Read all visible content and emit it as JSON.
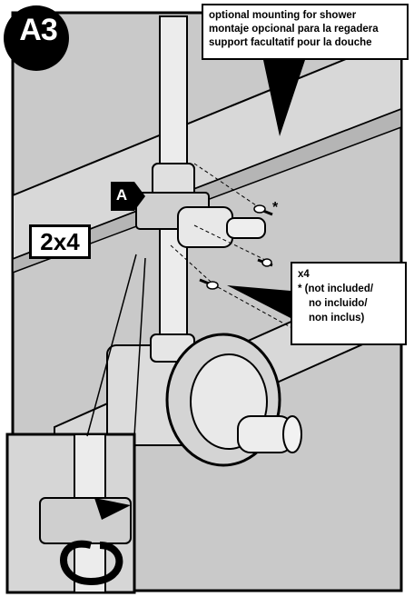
{
  "step_label": "A3",
  "callout_top": {
    "lines": [
      "optional mounting for shower",
      "montaje opcional para la regadera",
      "support facultatif pour la douche"
    ]
  },
  "callout_quantity": {
    "count": "x4",
    "lines": [
      "* (not included/",
      "no incluido/",
      "non inclus)"
    ]
  },
  "lumber_label": "2x4",
  "part_tag": "A",
  "screw_marker": "*",
  "colors": {
    "wall": "#c8c8c8",
    "stud": "#d9d9d9",
    "line": "#000000",
    "metal": "#e6e6e6",
    "badge": "#000000"
  }
}
